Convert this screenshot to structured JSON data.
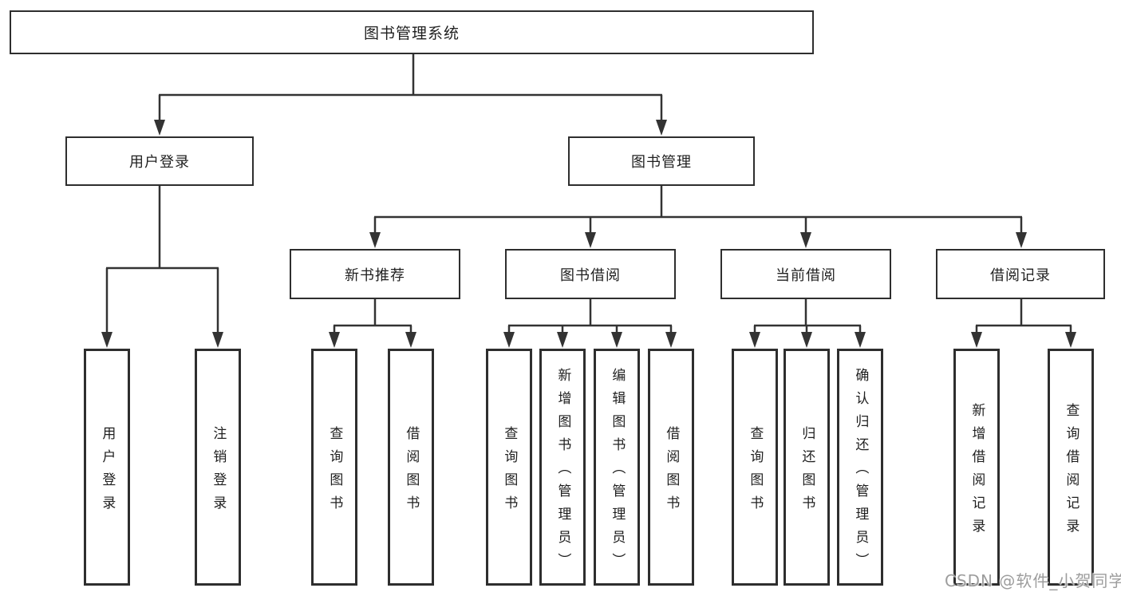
{
  "tree": {
    "root": {
      "label": "图书管理系统",
      "children": [
        {
          "label": "用户登录",
          "children": [
            {
              "label": "用户登录"
            },
            {
              "label": "注销登录"
            }
          ]
        },
        {
          "label": "图书管理",
          "children": [
            {
              "label": "新书推荐",
              "children": [
                {
                  "label": "查询图书"
                },
                {
                  "label": "借阅图书"
                }
              ]
            },
            {
              "label": "图书借阅",
              "children": [
                {
                  "label": "查询图书"
                },
                {
                  "label": "新增图书（管理员）"
                },
                {
                  "label": "编辑图书（管理员）"
                },
                {
                  "label": "借阅图书"
                }
              ]
            },
            {
              "label": "当前借阅",
              "children": [
                {
                  "label": "查询图书"
                },
                {
                  "label": "归还图书"
                },
                {
                  "label": "确认归还（管理员）"
                }
              ]
            },
            {
              "label": "借阅记录",
              "children": [
                {
                  "label": "新增借阅记录"
                },
                {
                  "label": "查询借阅记录"
                }
              ]
            }
          ]
        }
      ]
    }
  },
  "watermark": {
    "text": "CSDN @软件_小贺同学"
  },
  "colors": {
    "background": "#ffffff",
    "box_fill": "#ffffff",
    "box_border": "#2e2e2e",
    "line": "#333333",
    "text": "#1f1f1f",
    "watermark_text": "#9d9d9d"
  }
}
